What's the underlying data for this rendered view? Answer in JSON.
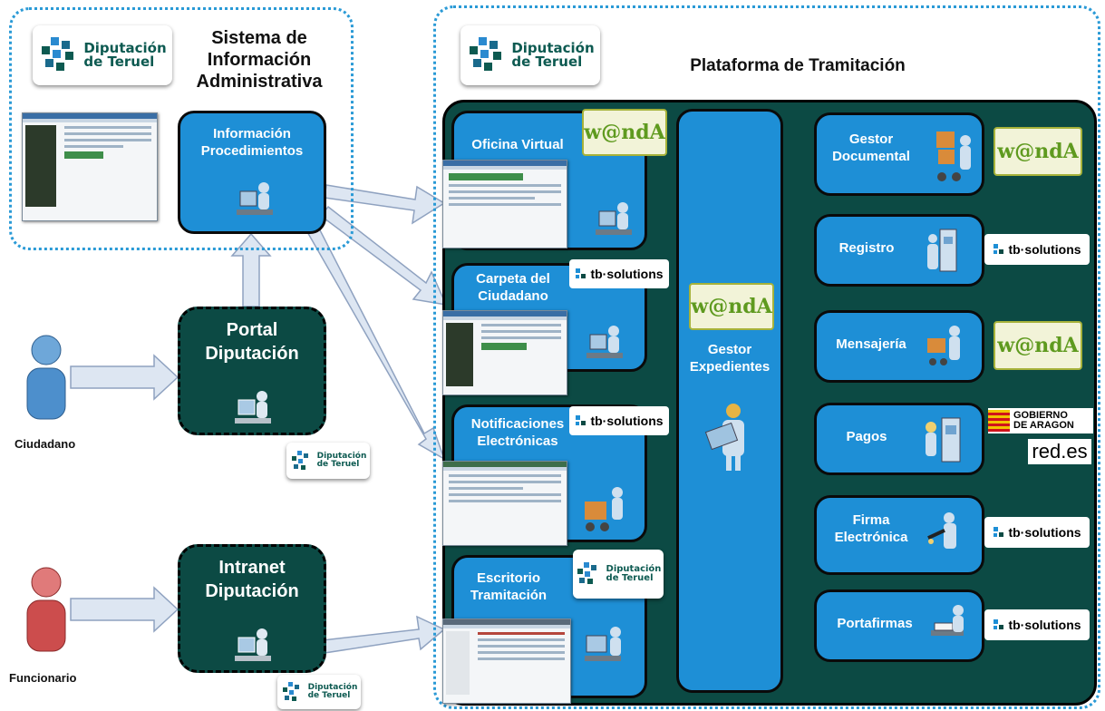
{
  "sia": {
    "title": "Sistema de\nInformación\nAdministrativa",
    "box": "Información\nProcedimientos"
  },
  "platform": {
    "title": "Plataforma de Tramitación"
  },
  "logo_text": "Diputación\nde Teruel",
  "actors": {
    "citizen": "Ciudadano",
    "official": "Funcionario"
  },
  "portals": {
    "portal": "Portal\nDiputación",
    "intranet": "Intranet\nDiputación"
  },
  "left_column": [
    {
      "label": "Oficina Virtual",
      "badge": "wanda"
    },
    {
      "label": "Carpeta del\nCiudadano",
      "badge": "tb-solutions"
    },
    {
      "label": "Notificaciones\nElectrónicas",
      "badge": "tb-solutions"
    },
    {
      "label": "Escritorio\nTramitación",
      "badge": "diputacion"
    }
  ],
  "center": {
    "label": "Gestor\nExpedientes",
    "badge": "wanda"
  },
  "right_column": [
    {
      "label": "Gestor\nDocumental",
      "badge": "wanda"
    },
    {
      "label": "Registro",
      "badge": "tb-solutions"
    },
    {
      "label": "Mensajería",
      "badge": "wanda"
    },
    {
      "label": "Pagos",
      "badge": "gobierno-redes"
    },
    {
      "label": "Firma\nElectrónica",
      "badge": "tb-solutions"
    },
    {
      "label": "Portafirmas",
      "badge": "tb-solutions"
    }
  ],
  "badges": {
    "tb": "tb·solutions",
    "wanda": "w@ndA",
    "gobierno": "GOBIERNO\nDE ARAGON",
    "redes": "red.es"
  },
  "colors": {
    "blue": "#1e8fd6",
    "dark_green": "#0c4a44",
    "dashed_border": "#2a9ad6",
    "arrow_fill": "#dde6f2"
  }
}
